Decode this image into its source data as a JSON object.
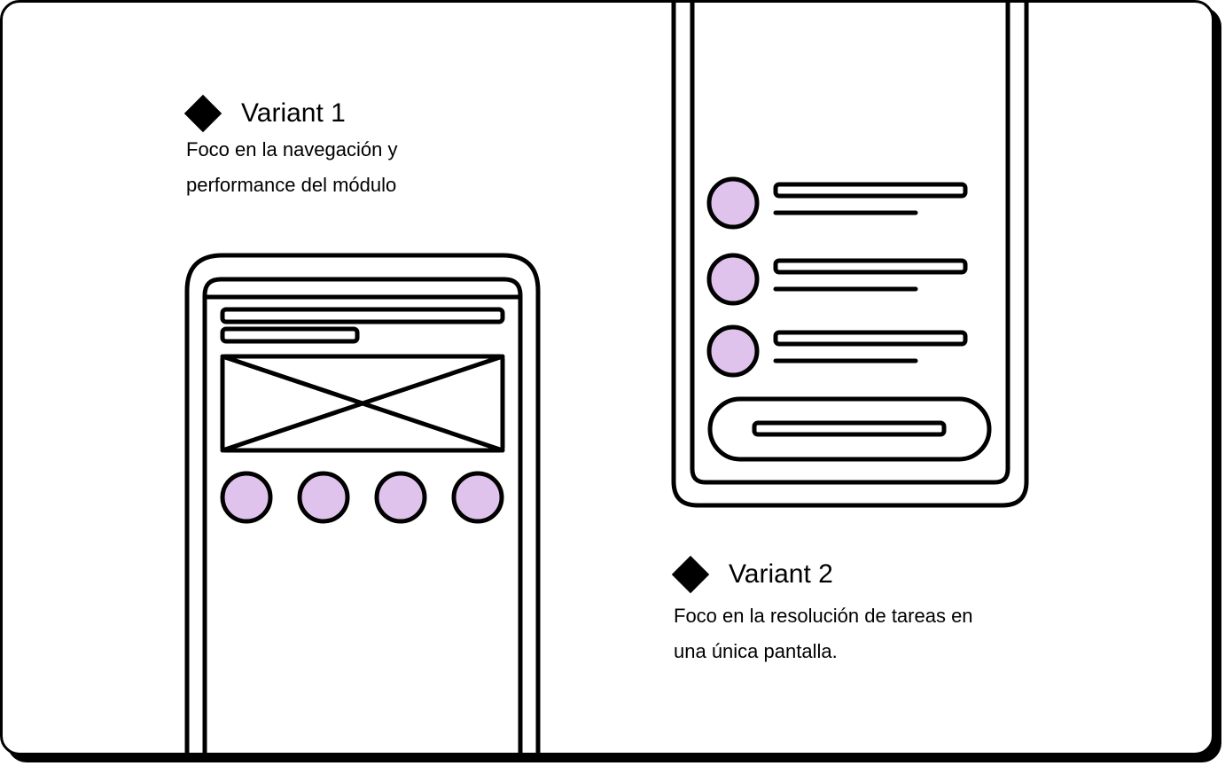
{
  "variant1": {
    "title": "Variant 1",
    "description_lines": [
      "Foco en la navegación y",
      "performance del módulo"
    ]
  },
  "variant2": {
    "title": "Variant 2",
    "description_lines": [
      "Foco en la resolución de tareas en",
      "una única pantalla."
    ]
  },
  "colors": {
    "stroke": "#000000",
    "accent_circle": "#e0c3ec",
    "background": "#ffffff"
  }
}
